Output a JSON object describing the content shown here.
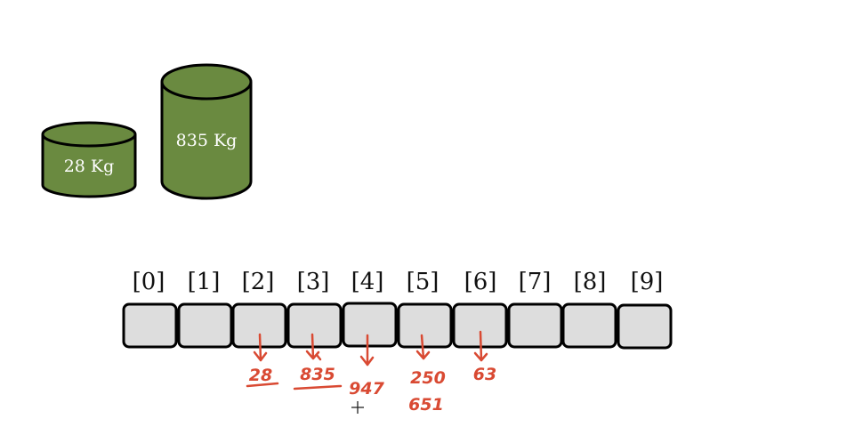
{
  "weights": [
    {
      "label": "28 Kg"
    },
    {
      "label": "835 Kg"
    }
  ],
  "array": {
    "indices": [
      "[0]",
      "[1]",
      "[2]",
      "[3]",
      "[4]",
      "[5]",
      "[6]",
      "[7]",
      "[8]",
      "[9]"
    ]
  },
  "annotations": {
    "slot2": "28",
    "slot3": "835",
    "slot4": "947",
    "slot5_top": "250",
    "slot5_bottom": "651",
    "slot6": "63"
  },
  "colors": {
    "cylinder": "#6a8a40",
    "cell": "#dddddd",
    "ink": "#d94a33"
  }
}
